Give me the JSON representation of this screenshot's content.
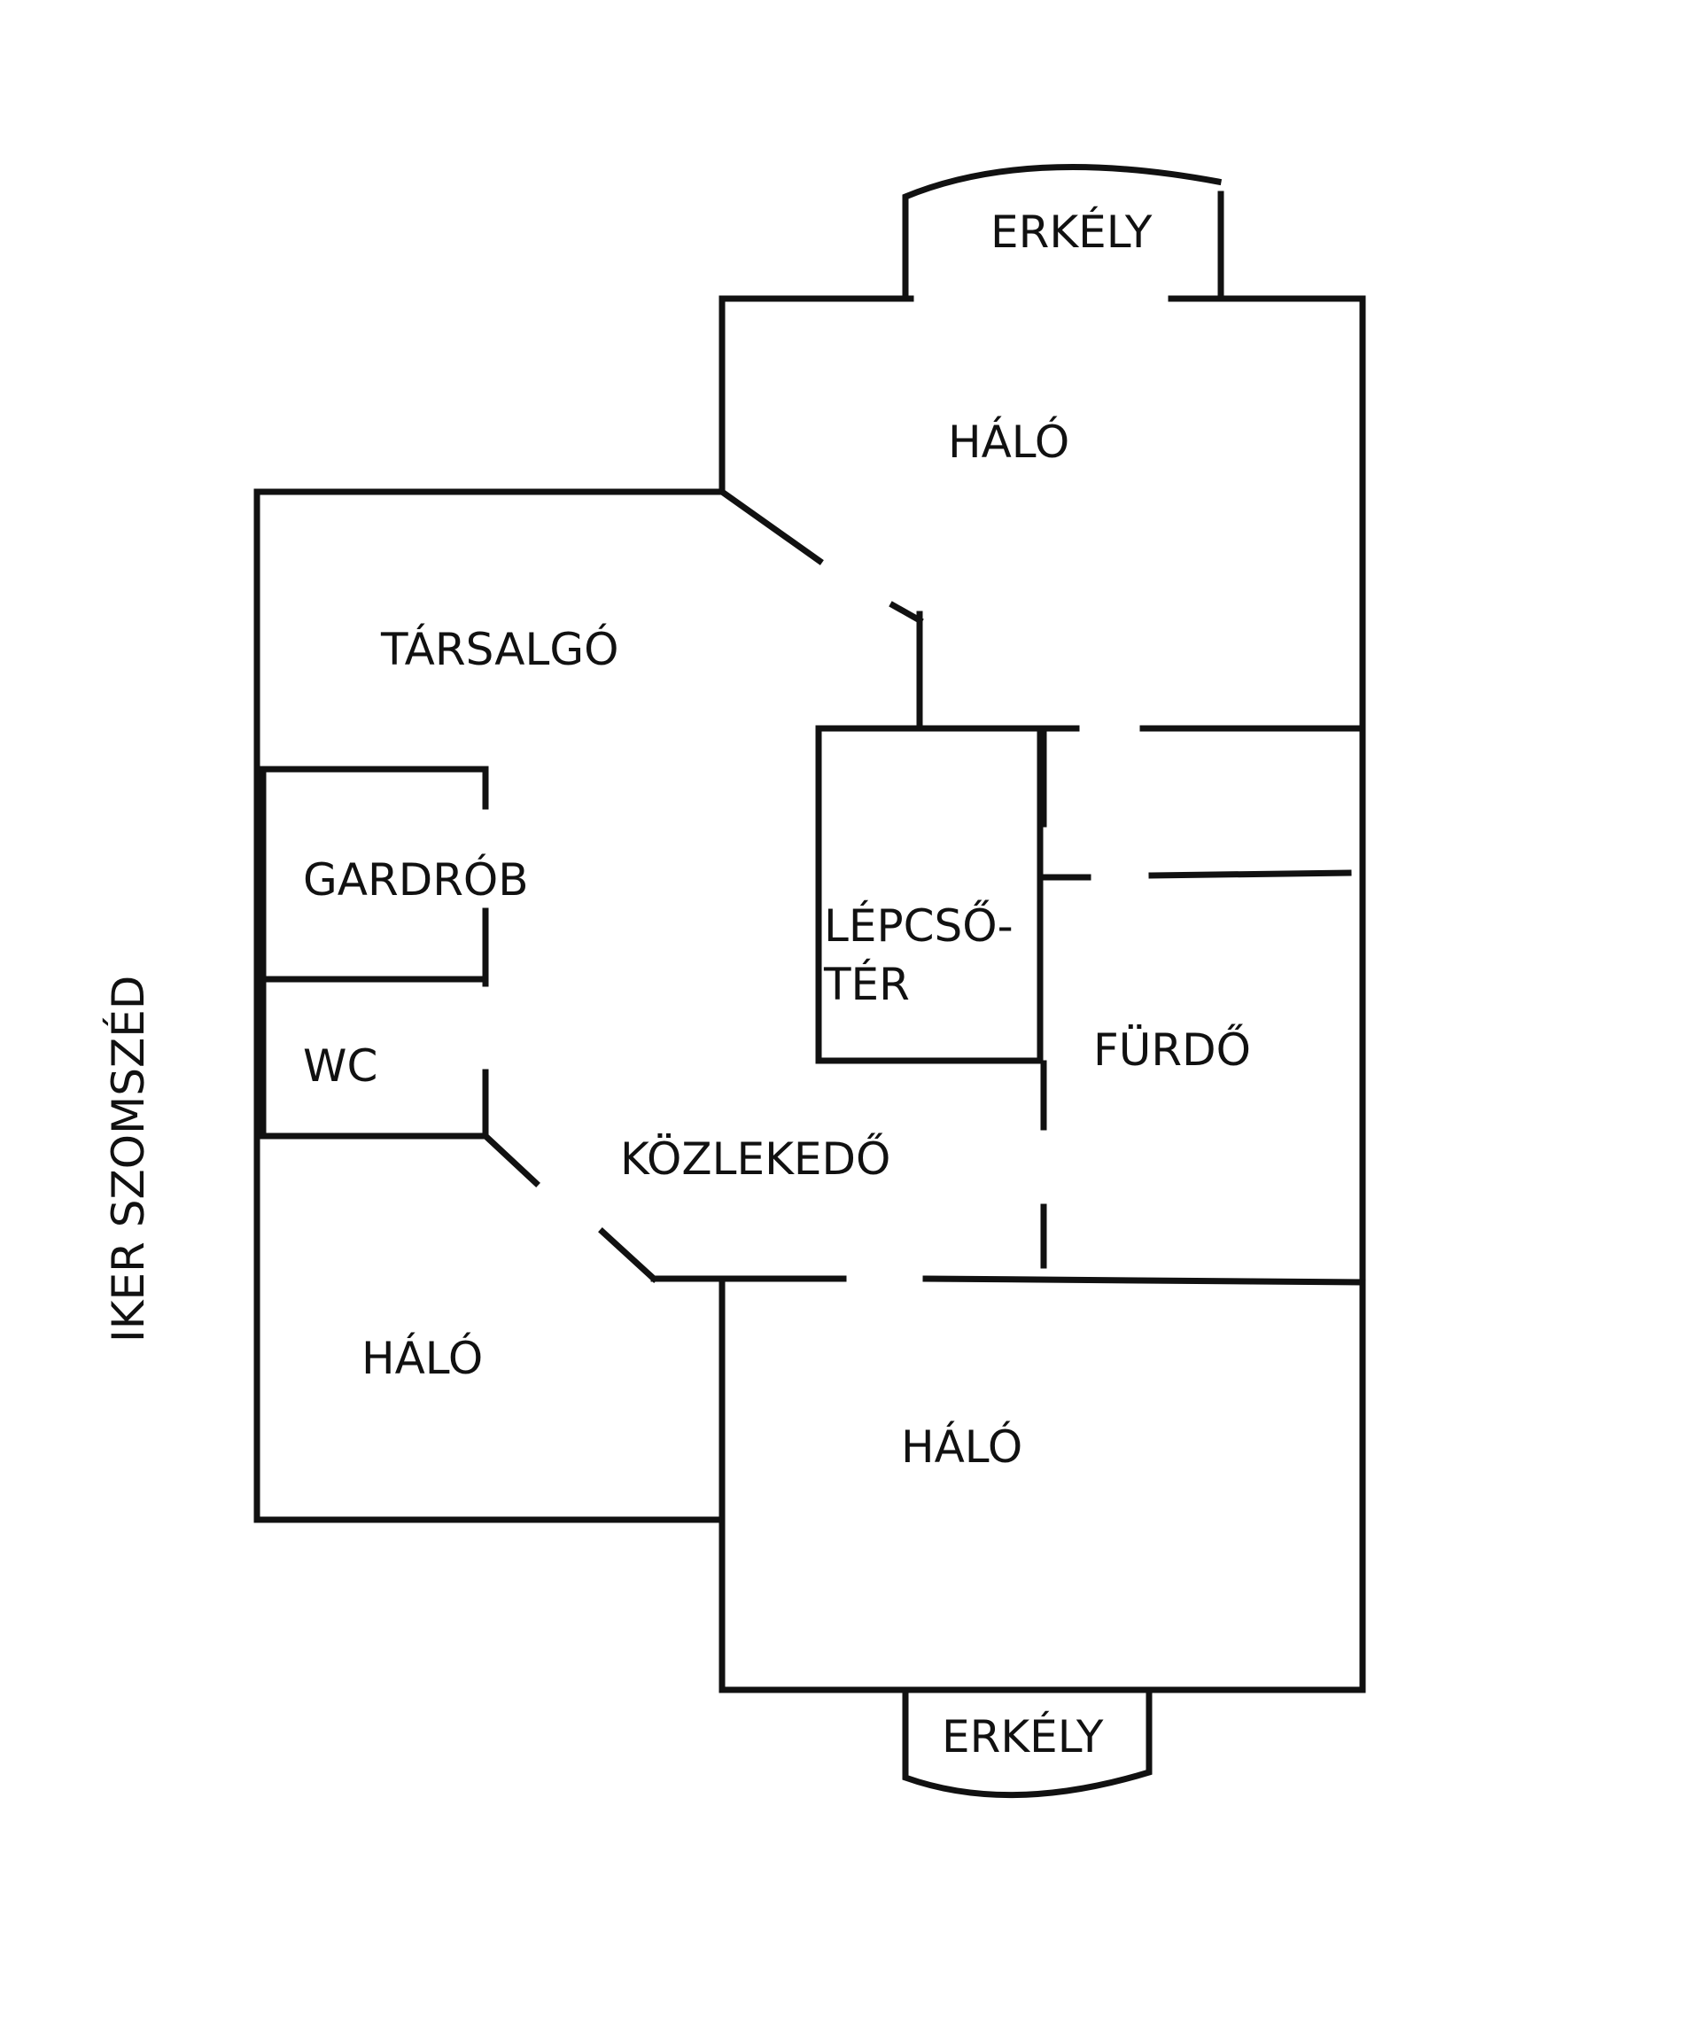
{
  "rooms": {
    "balcony_top": "ERKÉLY",
    "bedroom_top": "HÁLÓ",
    "lounge": "TÁRSALGÓ",
    "wardrobe": "GARDRÓB",
    "stairwell_line1": "LÉPCSŐ-",
    "stairwell_line2": "TÉR",
    "wc": "WC",
    "bathroom": "FÜRDŐ",
    "corridor": "KÖZLEKEDŐ",
    "bedroom_bottom_left": "HÁLÓ",
    "bedroom_bottom_right": "HÁLÓ",
    "balcony_bottom": "ERKÉLY"
  },
  "side_note": "IKER SZOMSZÉD",
  "colors": {
    "wall": "#111111",
    "background": "#ffffff"
  }
}
